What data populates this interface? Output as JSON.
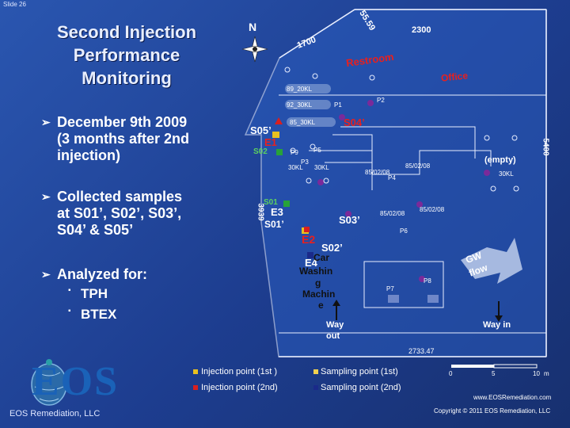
{
  "slide_number": "Slide 26",
  "title": [
    "Second Injection",
    "Performance",
    "Monitoring"
  ],
  "bullets": [
    {
      "lines": [
        "December 9th 2009",
        "(3 months after 2nd",
        "injection)"
      ]
    },
    {
      "lines": [
        "Collected samples",
        "at S01’, S02’, S03’,",
        "S04’ & S05’"
      ]
    },
    {
      "lines": [
        "Analyzed for:"
      ]
    }
  ],
  "sub_bullets": [
    "TPH",
    "BTEX"
  ],
  "map": {
    "north": "N",
    "dims": {
      "top": "2300",
      "top_left": "1700",
      "right": "5400",
      "left": "3939",
      "bottom": "2733.47",
      "corner": "55.59"
    },
    "rooms": {
      "restroom": "Restroom",
      "office": "Office"
    },
    "tanks": [
      "89_20KL",
      "92_30KL",
      "85_30KL",
      "30KL",
      "30KL",
      "30KL",
      "(empty)"
    ],
    "pumps": [
      "P1",
      "P2",
      "P3",
      "P4",
      "P5",
      "P6",
      "P7",
      "P8",
      "P9"
    ],
    "injection_labels": [
      "E1",
      "E2",
      "E3",
      "E4"
    ],
    "sampling_labels": [
      "S01’",
      "S02’",
      "S03’",
      "S04’",
      "S05’"
    ],
    "sample_small": [
      "S02",
      "S01"
    ],
    "dates": [
      "85/02/08",
      "85/02/08",
      "85/02/08",
      "85/02/08"
    ],
    "washing": [
      "Car",
      "Washin",
      "g",
      "Machin",
      "e"
    ],
    "gw": [
      "GW",
      "flow"
    ],
    "way_out": [
      "Way",
      "out"
    ],
    "way_in": "Way in"
  },
  "legend": {
    "inj1": "Injection point (1st )",
    "samp1": "Sampling point (1st)",
    "inj2": "Injection point (2nd)",
    "samp2": "Sampling point (2nd)"
  },
  "scale": {
    "zero": "0",
    "five": "5",
    "ten": "10",
    "unit": "m"
  },
  "logo": {
    "letters": "EOS",
    "company": "EOS Remediation, LLC"
  },
  "website": "www.EOSRemediation.com",
  "copyright": "Copyright © 2011 EOS Remediation, LLC",
  "colors": {
    "background": "#1f3f8c",
    "injection_2nd": "#d81f1f",
    "injection_1st": "#e8c020",
    "sampling_1st": "#f0d050",
    "sampling_2nd": "#1a2a8a"
  }
}
